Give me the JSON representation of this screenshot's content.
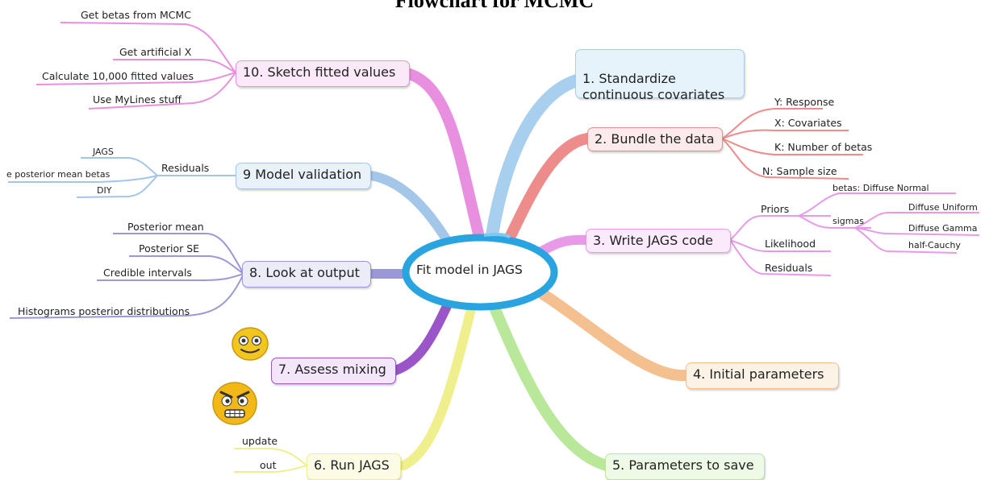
{
  "title": "Flowchart for MCMC",
  "center": "Fit model in JAGS",
  "nodes": {
    "n1": "1. Standardize\ncontinuous covariates",
    "n2": "2. Bundle the data",
    "n3": "3. Write JAGS code",
    "n4": "4. Initial parameters",
    "n5": "5. Parameters to save",
    "n6": "6. Run JAGS",
    "n7": "7. Assess mixing",
    "n8": "8. Look at output",
    "n9": "9 Model validation",
    "n10": "10. Sketch fitted values"
  },
  "leaves": {
    "n2": [
      "Y: Response",
      "X: Covariates",
      "K: Number of betas",
      "N: Sample size"
    ],
    "n3": {
      "priors": "Priors",
      "betas": "betas: Diffuse Normal",
      "sigmas": "sigmas",
      "sigma_options": [
        "Diffuse Uniform",
        "Diffuse Gamma",
        "half-Cauchy"
      ],
      "likelihood": "Likelihood",
      "residuals": "Residuals"
    },
    "n6": [
      "update",
      "out"
    ],
    "n8": [
      "Posterior mean",
      "Posterior SE",
      "Credible intervals",
      "Histograms posterior distributions"
    ],
    "n9": {
      "residuals": "Residuals",
      "items": [
        "JAGS",
        "e posterior mean betas",
        "DIY"
      ]
    },
    "n10": [
      "Get betas from MCMC",
      "Get artificial X",
      "Calculate 10,000 fitted values",
      "Use MyLines stuff"
    ]
  },
  "colors": {
    "n1": "#a8d0ee",
    "n2": "#ee8c8c",
    "n3": "#e89ae8",
    "n4": "#f5c090",
    "n5": "#b9e89a",
    "n6": "#f0ef8e",
    "n7": "#9a55c8",
    "n8": "#9a98d6",
    "n9": "#a4c6e8",
    "n10": "#e98fe0",
    "center_ring": "#2aa4e0"
  },
  "icons": [
    "happy-smiley-icon",
    "angry-smiley-icon"
  ]
}
